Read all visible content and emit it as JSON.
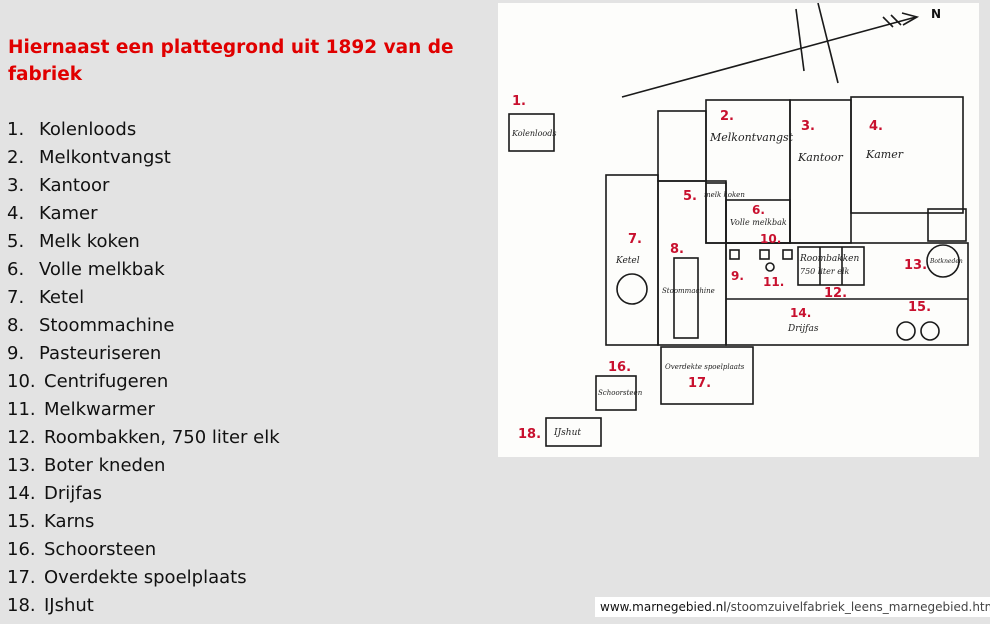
{
  "heading": "Hiernaast een plattegrond uit 1892 van de fabriek",
  "legend": [
    {
      "num": "1.",
      "label": "Kolenloods"
    },
    {
      "num": "2.",
      "label": "Melkontvangst"
    },
    {
      "num": "3.",
      "label": "Kantoor"
    },
    {
      "num": "4.",
      "label": "Kamer"
    },
    {
      "num": "5.",
      "label": "Melk koken"
    },
    {
      "num": "6.",
      "label": "Volle melkbak"
    },
    {
      "num": "7.",
      "label": "Ketel"
    },
    {
      "num": "8.",
      "label": "Stoommachine"
    },
    {
      "num": "9.",
      "label": "Pasteuriseren"
    },
    {
      "num": "10.",
      "label": "Centrifugeren"
    },
    {
      "num": "11.",
      "label": "Melkwarmer"
    },
    {
      "num": "12.",
      "label": "Roombakken, 750 liter elk"
    },
    {
      "num": "13.",
      "label": "Boter kneden"
    },
    {
      "num": "14.",
      "label": "Drijfas"
    },
    {
      "num": "15.",
      "label": "Karns"
    },
    {
      "num": "16.",
      "label": "Schoorsteen"
    },
    {
      "num": "17.",
      "label": "Overdekte spoelplaats"
    },
    {
      "num": "18.",
      "label": "IJshut"
    }
  ],
  "plan": {
    "north": "N",
    "numbers": [
      "1.",
      "2.",
      "3.",
      "4.",
      "5.",
      "6.",
      "7.",
      "8.",
      "9.",
      "10.",
      "11.",
      "12.",
      "13.",
      "14.",
      "15.",
      "16.",
      "17.",
      "18."
    ],
    "labels": {
      "kolenloods": "Kolenloods",
      "melkontvangst": "Melkontvangst",
      "kantoor": "Kantoor",
      "kamer": "Kamer",
      "melkkoken": "melk koken",
      "vollemelkbak": "Volle melkbak",
      "ketel": "Ketel",
      "stoommachine": "Stoommachine",
      "roombakken": "Roombakken",
      "roombakken2": "750 liter elk",
      "boterkneden": "Botkneden",
      "drijfas": "Drijfas",
      "spoelplaats": "Overdekte spoelplaats",
      "schoorsteen": "Schoorsteen",
      "ijshut": "IJshut"
    }
  },
  "source": {
    "host": "www.marnegebied.nl",
    "path": "/stoomzuivelfabriek_leens_marnegebied.html"
  }
}
